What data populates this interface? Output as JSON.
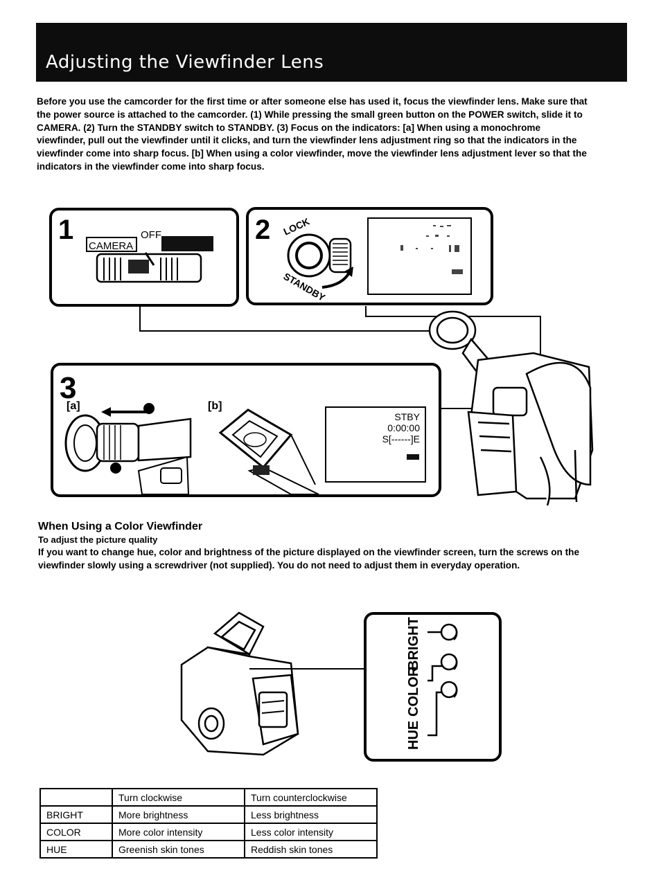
{
  "title": "Adjusting the Viewfinder Lens",
  "intro": "Before you use the camcorder for the first time or after someone else has used it, focus the viewfinder lens. Make sure that the power source is attached to the camcorder. (1) While pressing the small green button on the POWER switch, slide it to CAMERA. (2) Turn the STANDBY switch to STANDBY. (3) Focus on the indicators: [a] When using a monochrome viewfinder, pull out the viewfinder until it clicks, and turn the viewfinder lens adjustment ring so that the indicators in the viewfinder come into sharp focus. [b] When using a color viewfinder, move the viewfinder lens adjustment lever so that the indicators in the viewfinder come into sharp focus.",
  "figure1": {
    "step1_number": "1",
    "camera_label": "CAMERA",
    "off_label": "OFF",
    "step2_number": "2",
    "lock_label": "LOCK",
    "standby_label": "STANDBY",
    "step3_number": "3",
    "label_a": "[a]",
    "label_b": "[b]",
    "step3_display": {
      "line1": "STBY",
      "line2": "0:00:00",
      "line3": "S[------]E"
    }
  },
  "color_section": {
    "heading": "When Using a Color Viewfinder",
    "subheading": "To adjust the picture quality",
    "text": "If you want to change hue, color and brightness of the picture displayed on the viewfinder screen, turn the screws on the viewfinder slowly using a screwdriver (not supplied). You do not need to adjust them in everyday operation.",
    "screw_labels": {
      "hue": "HUE",
      "color": "COLOR",
      "bright": "BRIGHT"
    }
  },
  "table": {
    "headers": [
      "",
      "Turn clockwise",
      "Turn counterclockwise"
    ],
    "rows": [
      [
        "BRIGHT",
        "More brightness",
        "Less brightness"
      ],
      [
        "COLOR",
        "More color intensity",
        "Less color intensity"
      ],
      [
        "HUE",
        "Greenish skin tones",
        "Reddish skin tones"
      ]
    ]
  }
}
